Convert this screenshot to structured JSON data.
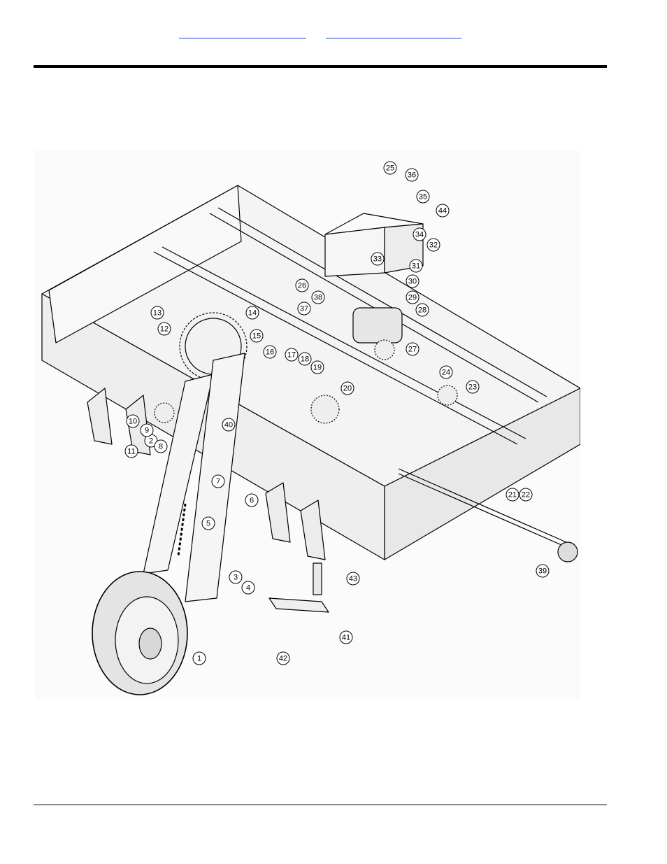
{
  "header": {
    "link_left": "",
    "link_right": ""
  },
  "figure": {
    "callouts": [
      "1",
      "2",
      "3",
      "4",
      "5",
      "6",
      "7",
      "8",
      "9",
      "10",
      "11",
      "12",
      "13",
      "14",
      "15",
      "16",
      "17",
      "18",
      "19",
      "20",
      "21",
      "22",
      "23",
      "24",
      "25",
      "26",
      "27",
      "28",
      "29",
      "30",
      "31",
      "32",
      "33",
      "34",
      "35",
      "36",
      "37",
      "38",
      "39",
      "40",
      "41",
      "42",
      "43",
      "44"
    ]
  }
}
